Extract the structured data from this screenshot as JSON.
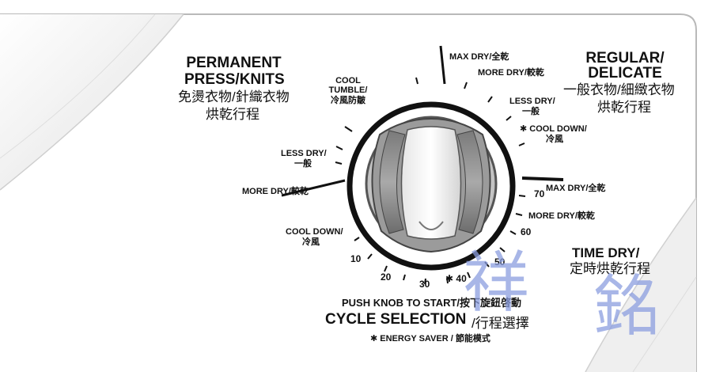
{
  "accent_color": "#8b9ee0",
  "permanent_press": {
    "title_line1": "PERMANENT",
    "title_line2": "PRESS/KNITS",
    "subtitle_line1": "免燙衣物/針織衣物",
    "subtitle_line2": "烘乾行程"
  },
  "regular_delicate": {
    "title_line1": "REGULAR/",
    "title_line2": "DELICATE",
    "subtitle_line1": "一般衣物/細緻衣物",
    "subtitle_line2": "烘乾行程"
  },
  "time_dry": {
    "title": "TIME DRY/",
    "subtitle": "定時烘乾行程"
  },
  "dial_labels": {
    "cool_tumble_1": "COOL",
    "cool_tumble_2": "TUMBLE/",
    "cool_tumble_3": "冷風防皺",
    "pp_less_dry_1": "LESS DRY/",
    "pp_less_dry_2": "一般",
    "pp_more_dry": "MORE DRY/較乾",
    "cool_down_1": "COOL DOWN/",
    "cool_down_2": "冷風",
    "reg_max_dry": "MAX DRY/全乾",
    "reg_more_dry": "MORE DRY/較乾",
    "reg_less_dry_1": "LESS DRY/",
    "reg_less_dry_2": "一般",
    "reg_cool_down_1": "✱ COOL DOWN/",
    "reg_cool_down_2": "冷風",
    "td_max_dry": "MAX DRY/全乾",
    "td_more_dry": "MORE DRY/較乾"
  },
  "time_numbers": [
    "70",
    "60",
    "50",
    "✱ 40",
    "30",
    "20",
    "10"
  ],
  "instructions": {
    "push_knob": "PUSH KNOB TO START/按下旋鈕啓動",
    "cycle_selection": "CYCLE SELECTION",
    "cycle_selection_cjk": "/行程選擇",
    "energy_saver": "✱  ENERGY SAVER / 節能模式"
  },
  "watermark": {
    "char1": "祥",
    "char2": "銘"
  }
}
